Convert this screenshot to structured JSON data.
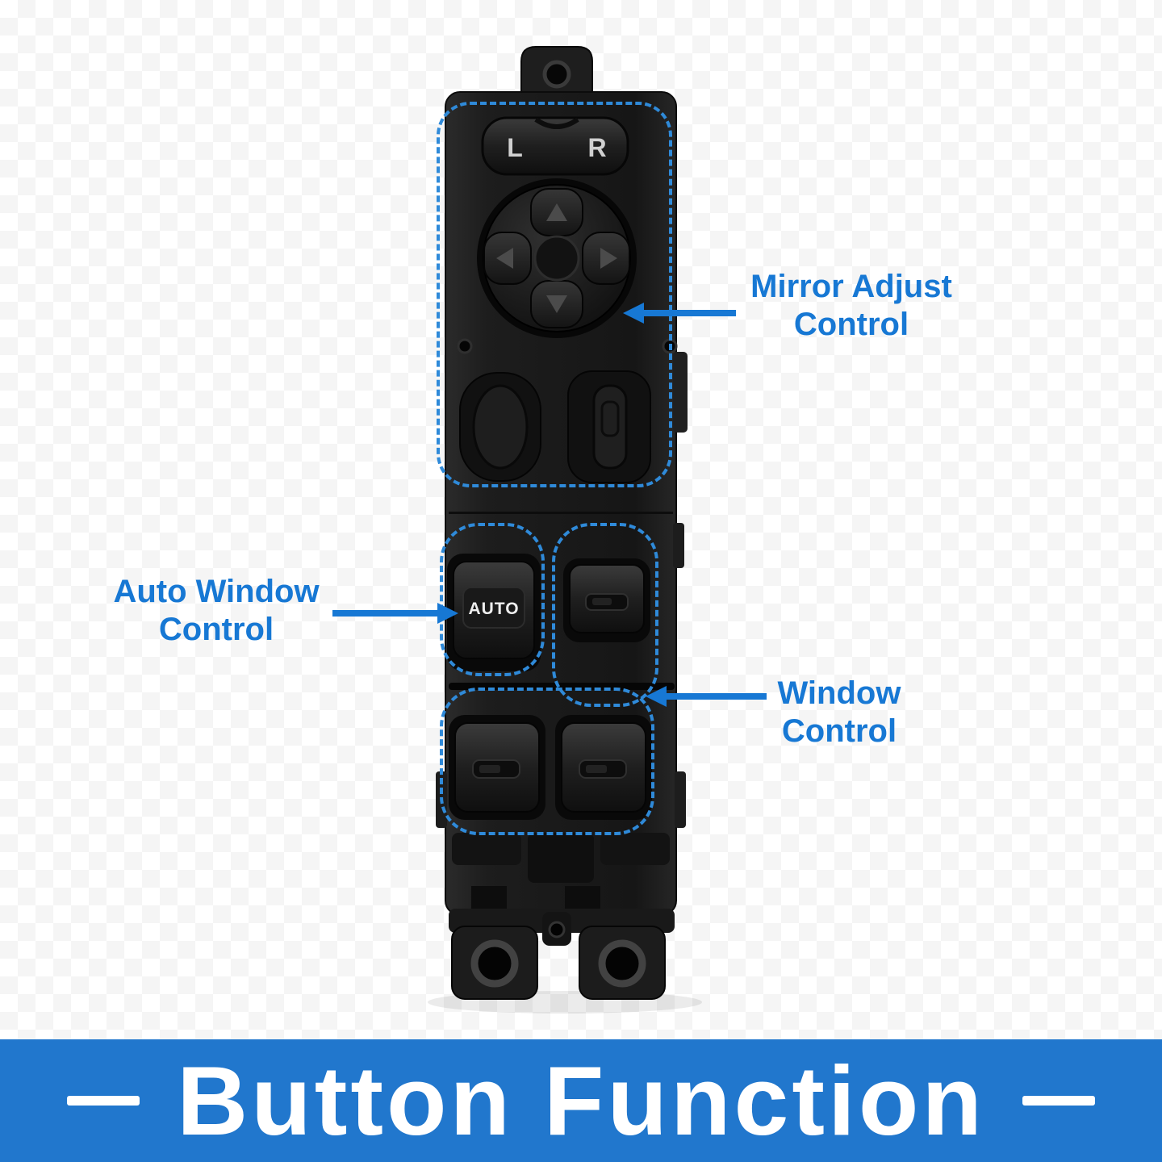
{
  "product": {
    "mirror_selector": {
      "left_label": "L",
      "right_label": "R"
    },
    "auto_switch_label": "AUTO"
  },
  "annotations": {
    "mirror": {
      "line1": "Mirror Adjust",
      "line2": "Control"
    },
    "auto_window": {
      "line1": "Auto Window",
      "line2": "Control"
    },
    "window": {
      "line1": "Window",
      "line2": "Control"
    }
  },
  "banner": {
    "title": "Button Function"
  },
  "colors": {
    "accent_blue": "#1778d4",
    "outline_blue": "#2f8ad9",
    "banner_blue": "#2177cd",
    "switch_body_black": "#1a1a1a"
  }
}
